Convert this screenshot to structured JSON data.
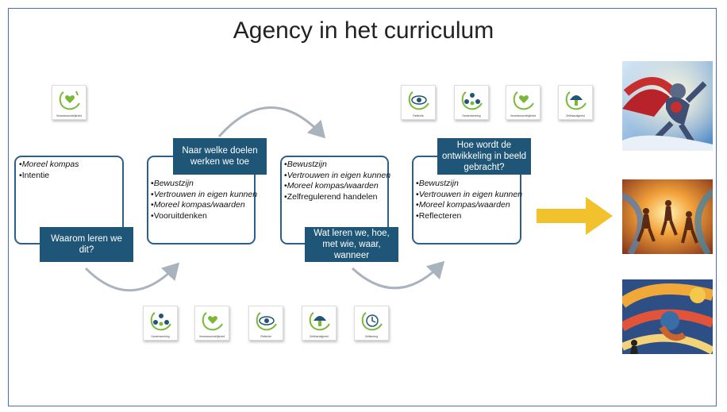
{
  "title": "Agency in het curriculum",
  "steps": [
    {
      "label": "Waarom leren we dit?",
      "items": [
        "Moreel kompas",
        "Intentie"
      ],
      "italic": [
        true,
        false
      ]
    },
    {
      "label": "Naar welke doelen werken we toe",
      "items": [
        "Bewustzijn",
        "Vertrouwen in eigen kunnen",
        "Moreel kompas/waarden",
        "Vooruitdenken"
      ],
      "italic": [
        true,
        true,
        true,
        false
      ]
    },
    {
      "label": "Wat leren we, hoe, met wie, waar, wanneer",
      "items": [
        "Bewustzijn",
        "Vertrouwen in eigen kunnen",
        "Moreel kompas/waarden",
        "Zelfregulerend handelen"
      ],
      "italic": [
        true,
        true,
        true,
        false
      ]
    },
    {
      "label": "Hoe wordt de ontwikkeling in beeld gebracht?",
      "items": [
        "Bewustzijn",
        "Vertrouwen in eigen kunnen",
        "Moreel kompas/waarden",
        "Reflecteren"
      ],
      "italic": [
        true,
        true,
        true,
        false
      ]
    }
  ],
  "icons": {
    "top_left": [
      {
        "icon": "compass-heart-icon",
        "caption": "Verantwoordelijkheid"
      }
    ],
    "top_right": [
      {
        "icon": "eye-icon",
        "caption": "Reflectie"
      },
      {
        "icon": "network-icon",
        "caption": "Samenwerking"
      },
      {
        "icon": "compass-heart-icon",
        "caption": "Verantwoordelijkheid"
      },
      {
        "icon": "mushroom-icon",
        "caption": "Zelfstandigheid"
      }
    ],
    "bottom": [
      {
        "icon": "network-icon",
        "caption": "Samenwerking"
      },
      {
        "icon": "compass-heart-icon",
        "caption": "Verantwoordelijkheid"
      },
      {
        "icon": "eye-icon",
        "caption": "Reflectie"
      },
      {
        "icon": "mushroom-icon",
        "caption": "Zelfstandigheid"
      },
      {
        "icon": "clock-icon",
        "caption": "Zelfsturing"
      }
    ]
  },
  "colors": {
    "label_bg": "#1f5677",
    "box_border": "#2e5f8a",
    "arrow": "#f2c12e",
    "curve": "#a9b3bd",
    "icon_green": "#7ab83a"
  }
}
